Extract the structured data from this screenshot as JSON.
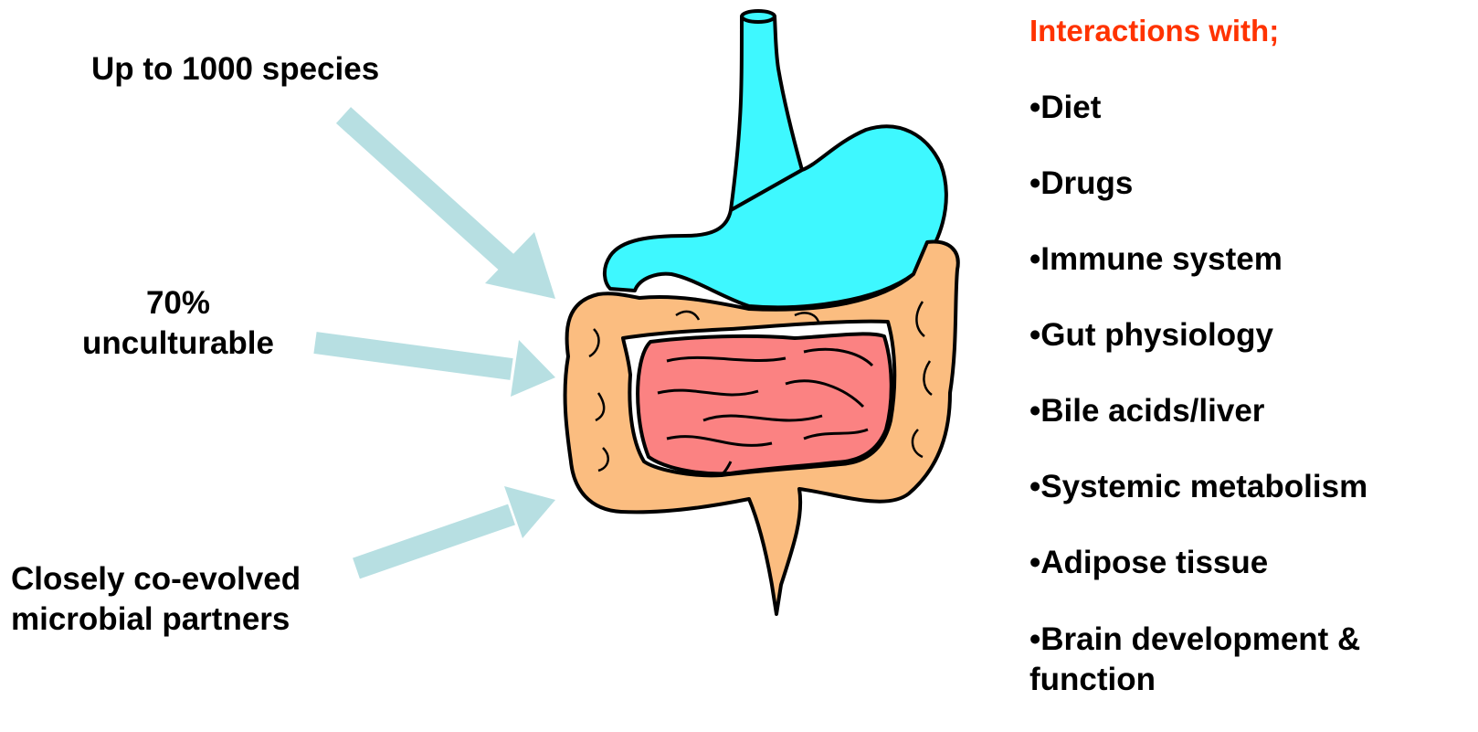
{
  "labels": {
    "species": "Up to 1000 species",
    "unculturable_pct": "70%",
    "unculturable_word": "unculturable",
    "coevolved_line1": "Closely co-evolved",
    "coevolved_line2": "microbial partners"
  },
  "interactions": {
    "title": "Interactions with;",
    "bullet": "•",
    "items": [
      "Diet",
      "Drugs",
      "Immune system",
      "Gut physiology",
      "Bile acids/liver",
      "Systemic metabolism",
      "Adipose tissue",
      "Brain development & function"
    ]
  },
  "colors": {
    "title_orange": "#ff3300",
    "arrow": "#b7dfe2",
    "stomach": "#3ef8ff",
    "colon": "#fbbd80",
    "small_intestine": "#fb8282",
    "outline": "#000000"
  }
}
